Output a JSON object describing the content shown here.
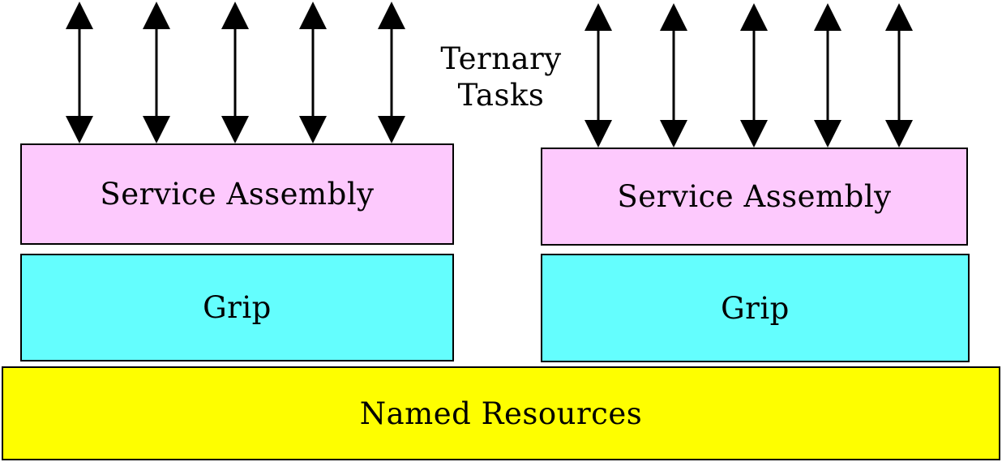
{
  "diagram": {
    "tasks_label": [
      "Ternary",
      "Tasks"
    ],
    "left_stack": {
      "service_label": "Service Assembly",
      "grip_label": "Grip"
    },
    "right_stack": {
      "service_label": "Service Assembly",
      "grip_label": "Grip"
    },
    "base_label": "Named Resources",
    "arrow_groups": [
      {
        "side": "left",
        "count": 5,
        "style": "double-headed"
      },
      {
        "side": "right",
        "count": 5,
        "style": "double-headed"
      }
    ],
    "colors": {
      "service_assembly": "#fdc9fd",
      "grip": "#64fefe",
      "named_resources": "#fefe00",
      "outline": "#000000"
    }
  }
}
